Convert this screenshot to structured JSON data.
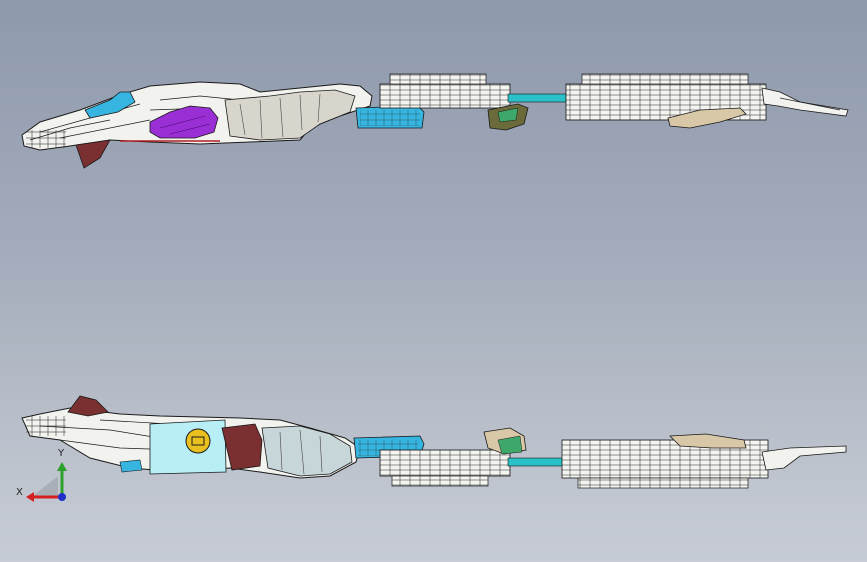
{
  "viewport": {
    "background_top": "#8e99ac",
    "background_bottom": "#c7ccd4"
  },
  "assembly_views": [
    {
      "name": "top-view-assembly"
    },
    {
      "name": "bottom-view-assembly"
    }
  ],
  "part_colors": {
    "outline": "#1a1a1a",
    "body_white": "#f2f2ee",
    "panel_grey": "#d8d6cc",
    "cyan_bracket": "#35b5e0",
    "purple_part": "#9b2fd6",
    "maroon_part": "#7a3030",
    "tan_part": "#d8c8a8",
    "olive_part": "#6b6a3a",
    "green_part": "#3da86a",
    "teal_connector": "#29c0c8",
    "yellow_cap": "#e8c020",
    "light_cyan": "#b8eef5"
  },
  "triad": {
    "x_label": "X",
    "y_label": "Y",
    "x_color": "#d42020",
    "y_color": "#2ca02c",
    "z_color": "#2030c8"
  }
}
